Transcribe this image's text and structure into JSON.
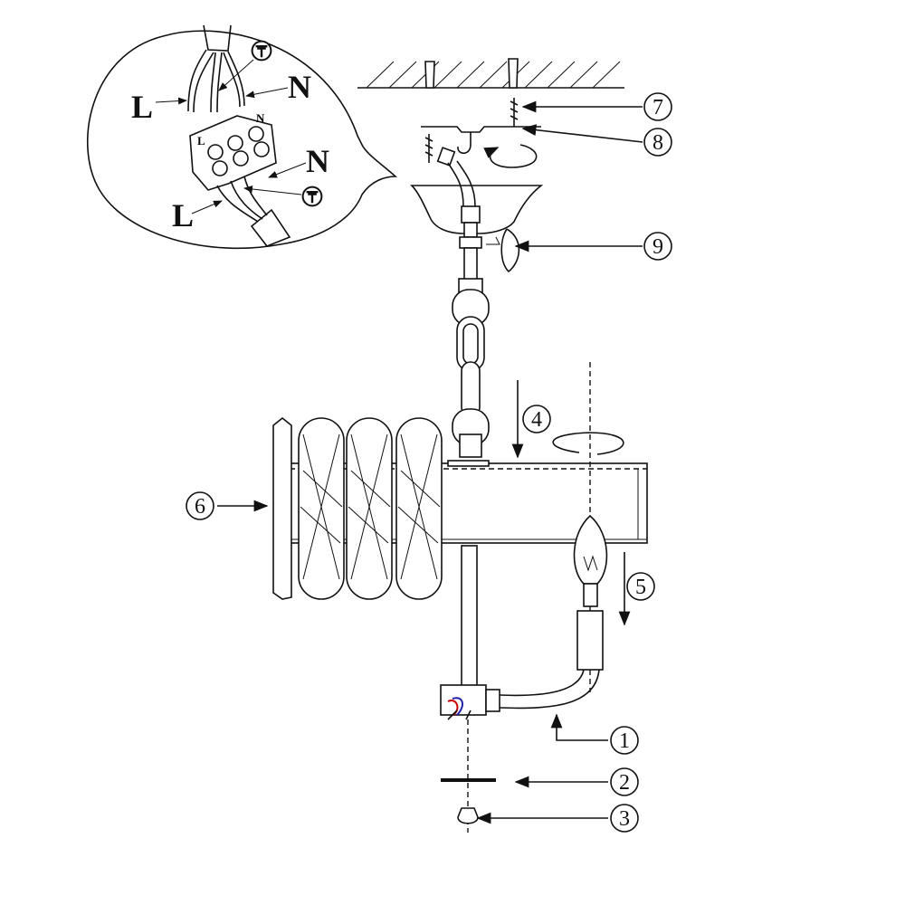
{
  "callout": {
    "supply_live": "L",
    "supply_neutral": "N",
    "lamp_live": "L",
    "lamp_neutral": "N",
    "terminal_live": "L",
    "terminal_neutral": "N",
    "ground_symbol": "earth-ground-icon"
  },
  "steps": [
    "1",
    "2",
    "3",
    "4",
    "5",
    "6",
    "7",
    "8",
    "9"
  ]
}
